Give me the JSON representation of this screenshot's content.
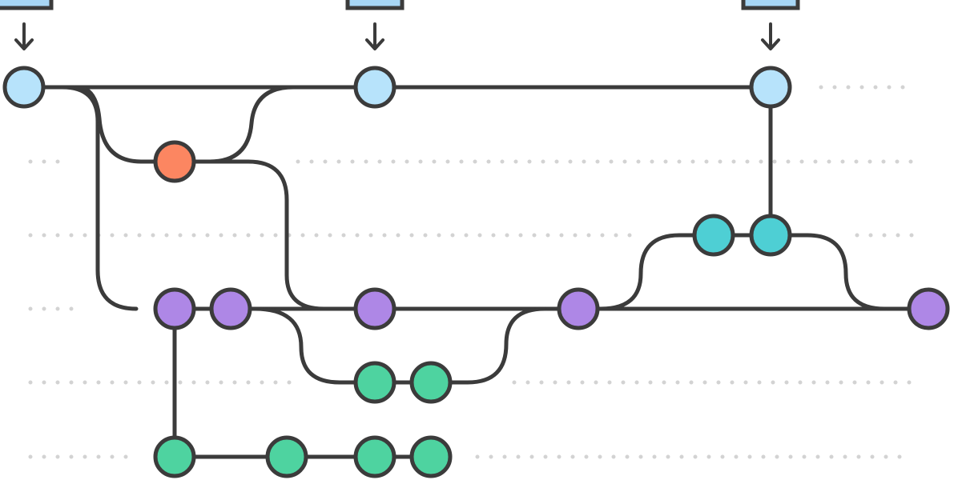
{
  "colors": {
    "line": "#3b3b3b",
    "lane_dots": "#d3d3d3",
    "main": "#b7e3fb",
    "hotfix": "#fc8661",
    "release": "#4ecfd4",
    "develop": "#ae87e6",
    "feature": "#4ed3a0",
    "tag": "#a7d6f5"
  },
  "icons": {
    "tag": "tag-icon",
    "arrow": "arrow-down-icon"
  },
  "lanes": [
    "main",
    "hotfix",
    "release",
    "develop",
    "feature-a",
    "feature-b"
  ],
  "commits": [
    {
      "id": "m1",
      "lane": "main",
      "color": "main",
      "tagged": true
    },
    {
      "id": "m2",
      "lane": "main",
      "color": "main",
      "tagged": true
    },
    {
      "id": "m3",
      "lane": "main",
      "color": "main",
      "tagged": true
    },
    {
      "id": "h1",
      "lane": "hotfix",
      "color": "hotfix",
      "tagged": false
    },
    {
      "id": "r1",
      "lane": "release",
      "color": "release",
      "tagged": false
    },
    {
      "id": "r2",
      "lane": "release",
      "color": "release",
      "tagged": false
    },
    {
      "id": "d1",
      "lane": "develop",
      "color": "develop",
      "tagged": false
    },
    {
      "id": "d2",
      "lane": "develop",
      "color": "develop",
      "tagged": false
    },
    {
      "id": "d3",
      "lane": "develop",
      "color": "develop",
      "tagged": false
    },
    {
      "id": "d4",
      "lane": "develop",
      "color": "develop",
      "tagged": false
    },
    {
      "id": "d5",
      "lane": "develop",
      "color": "develop",
      "tagged": false
    },
    {
      "id": "fa1",
      "lane": "feature-a",
      "color": "feature",
      "tagged": false
    },
    {
      "id": "fa2",
      "lane": "feature-a",
      "color": "feature",
      "tagged": false
    },
    {
      "id": "fb1",
      "lane": "feature-b",
      "color": "feature",
      "tagged": false
    },
    {
      "id": "fb2",
      "lane": "feature-b",
      "color": "feature",
      "tagged": false
    },
    {
      "id": "fb3",
      "lane": "feature-b",
      "color": "feature",
      "tagged": false
    },
    {
      "id": "fb4",
      "lane": "feature-b",
      "color": "feature",
      "tagged": false
    }
  ]
}
